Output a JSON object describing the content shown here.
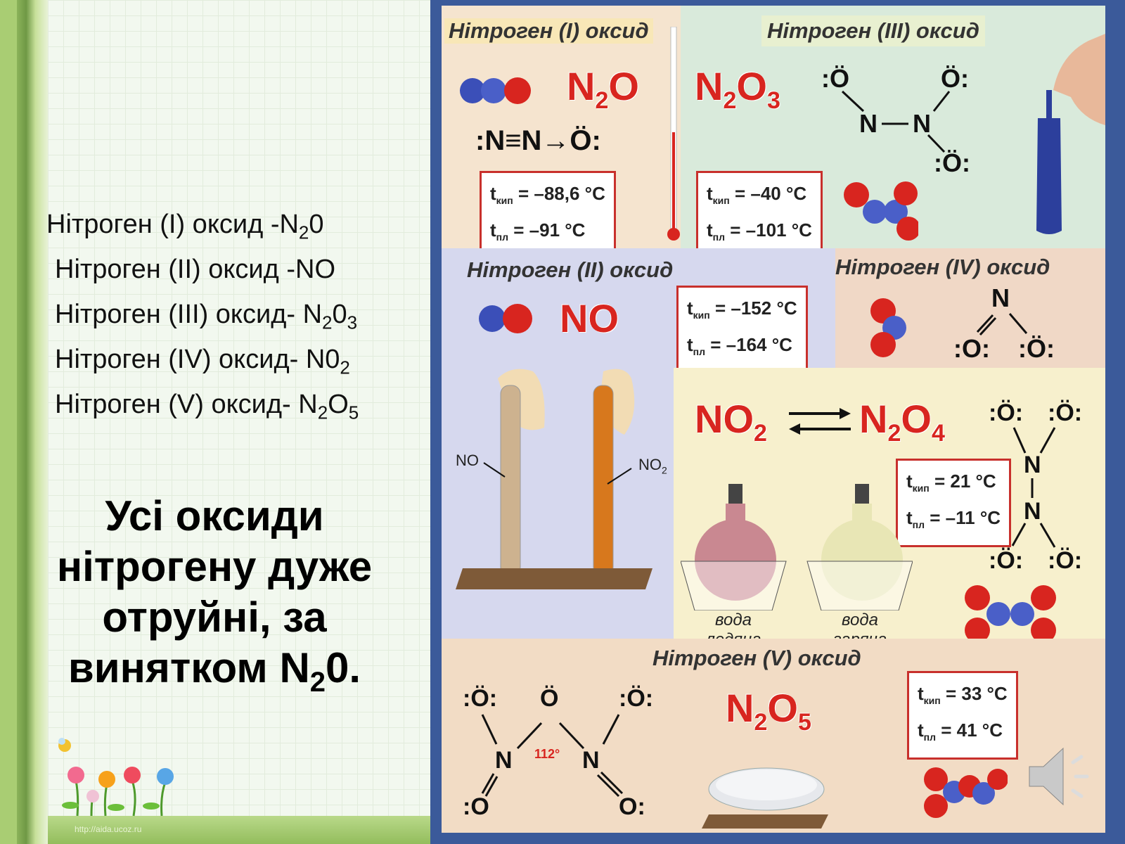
{
  "left": {
    "oxides": [
      {
        "pre": "Нітроген (I) оксид -N",
        "sub": "2",
        "post": "0"
      },
      {
        "pre": "Нітроген (II) оксид -NO",
        "sub": "",
        "post": ""
      },
      {
        "pre": "Нітроген (III) оксид- N",
        "sub": "2",
        "post": "0",
        "sub2": "3"
      },
      {
        "pre": "Нітроген (IV) оксид- N0",
        "sub": "2",
        "post": ""
      },
      {
        "pre": "Нітроген (V) оксид- N",
        "sub": "2",
        "post": "O",
        "sub2": "5"
      }
    ],
    "note": {
      "line1": "Усі оксиди",
      "line2": "нітрогену дуже",
      "line3": "отруйні, за",
      "line4a": "винятком N",
      "line4sub": "2",
      "line4b": "0."
    },
    "footer_url": "http://aida.ucoz.ru"
  },
  "poster": {
    "n2o": {
      "heading": "Нітроген (I) оксид",
      "f1": "N",
      "s1": "2",
      "f2": "O",
      "lewis": ":N≡N→Ö:",
      "tb": "t",
      "tb_sub": "кип",
      "tb_val": " = –88,6 °C",
      "tm": "t",
      "tm_sub": "пл",
      "tm_val": " = –91 °C"
    },
    "n2o3": {
      "heading": "Нітроген (III) оксид",
      "f1": "N",
      "s1": "2",
      "f2": "O",
      "s2": "3",
      "tb": "t",
      "tb_sub": "кип",
      "tb_val": " = –40 °C",
      "tm": "t",
      "tm_sub": "пл",
      "tm_val": " = –101 °C"
    },
    "no": {
      "heading": "Нітроген (II) оксид",
      "formula": "NO",
      "tb": "t",
      "tb_sub": "кип",
      "tb_val": " = –152 °C",
      "tm": "t",
      "tm_sub": "пл",
      "tm_val": " = –164 °C",
      "tube1": "NO",
      "tube2": "NO",
      "tube2_sub": "2"
    },
    "no2": {
      "heading": "Нітроген (IV) оксид"
    },
    "equil": {
      "f1": "NO",
      "s1": "2",
      "f2": "N",
      "s2": "2",
      "f3": "O",
      "s3": "4",
      "tb": "t",
      "tb_sub": "кип",
      "tb_val": " = 21 °C",
      "tm": "t",
      "tm_sub": "пл",
      "tm_val": " = –11 °C",
      "cold_1": "вода",
      "cold_2": "ледяна",
      "hot_1": "вода",
      "hot_2": "гаряча"
    },
    "n2o5": {
      "heading": "Нітроген (V) оксид",
      "f1": "N",
      "s1": "2",
      "f2": "O",
      "s2": "5",
      "angle": "112°",
      "tb": "t",
      "tb_sub": "кип",
      "tb_val": " = 33 °C",
      "tm": "t",
      "tm_sub": "пл",
      "tm_val": "  = 41 °C"
    }
  },
  "colors": {
    "red": "#d8251f",
    "blue": "#3b4fb8",
    "frame": "#3b5a9a"
  }
}
